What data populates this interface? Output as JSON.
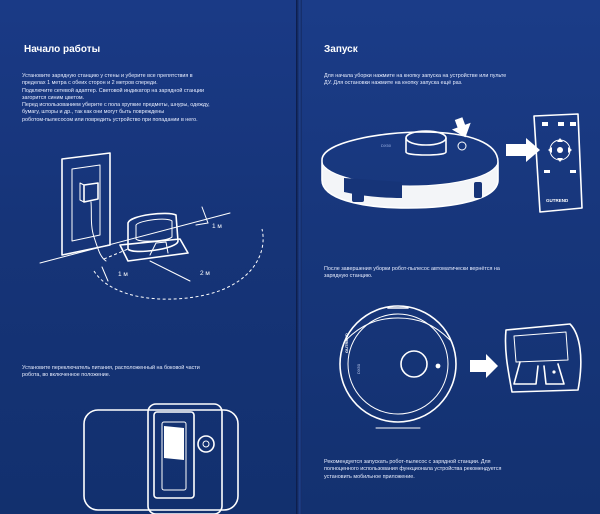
{
  "left_page": {
    "heading": "Начало работы",
    "setup_paragraph": [
      "Установите зарядную станцию у стены и уберите все препятствия в",
      "пределах 1 метра с обеих сторон и 2 метров спереди.",
      "Подключите сетевой адаптер. Световой индикатор на зарядной станции",
      "загорится синим цветом.",
      "Перед использованием уберите с пола хрупкие предметы, шнуры, одежду,",
      "бумагу, шторы и др., так как они могут быть повреждены",
      "роботом-пылесосом или повредить устройство при попадании в него."
    ],
    "dimension_side_right": "1 м",
    "dimension_side_left": "1 м",
    "dimension_front": "2 м",
    "switch_paragraph": [
      "Установите переключатель питания, расположенный на боковой части",
      "робота, во включенное положение."
    ]
  },
  "right_page": {
    "heading": "Запуск",
    "start_paragraph": [
      "Для начала уборки нажмите на кнопку запуска на устройстве или пульте",
      "ДУ. Для остановки нажмите на кнопку запуска ещё раз."
    ],
    "robot_model_text": "DX50",
    "remote_brand": "GUTREND",
    "return_paragraph": [
      "После завершения уборки робот-пылесос автоматически вернётся на",
      "зарядную станцию."
    ],
    "robot_top_brand": "GUTREND",
    "robot_top_model": "DX50",
    "recommend_paragraph": [
      "Рекомендуется запускать робот-пылесос с зарядной станции. Для",
      "полноценного использования функционала устройства рекомендуется",
      "установить мобильное приложение."
    ]
  },
  "colors": {
    "page_blue": "#17367b",
    "background_dark": "#0d1d4a",
    "line_white": "#ffffff"
  }
}
